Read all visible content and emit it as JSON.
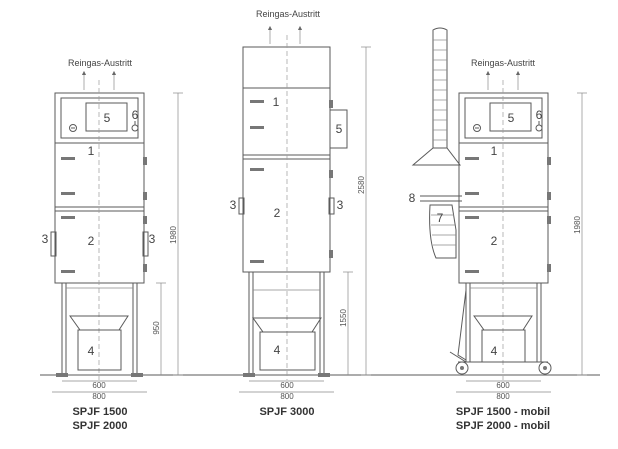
{
  "outlet_label": "Reingas-Austritt",
  "models": [
    {
      "name": "SPJF 1500",
      "line2": "SPJF 2000",
      "height_total": "1980",
      "height_lower": "950"
    },
    {
      "name": "SPJF 3000",
      "line2": "",
      "height_total": "2580",
      "height_lower": "1550"
    },
    {
      "name": "SPJF 1500 - mobil",
      "line2": "SPJF 2000 - mobil",
      "height_total": "1980",
      "height_lower": ""
    }
  ],
  "dims": {
    "w1": "600",
    "w2": "800"
  },
  "callouts": {
    "c1": "1",
    "c2": "2",
    "c3": "3",
    "c4": "4",
    "c5": "5",
    "c6": "6",
    "c7": "7",
    "c8": "8"
  }
}
